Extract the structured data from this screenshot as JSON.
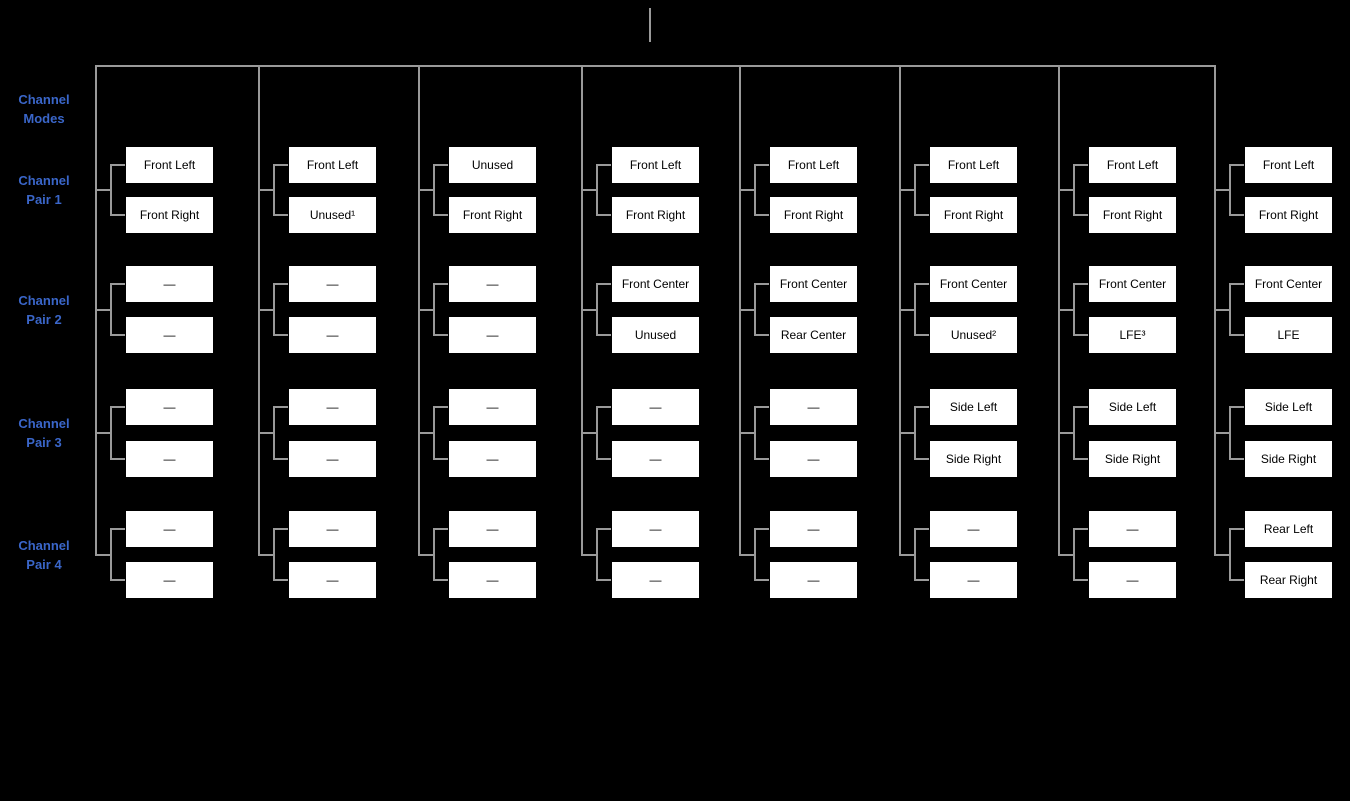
{
  "colors": {
    "background": "#000000",
    "line": "#9a9a9a",
    "box_fill": "#ffffff",
    "box_text": "#000000",
    "label_blue": "#3A66C9"
  },
  "labels": {
    "channel_modes": {
      "line1": "Channel",
      "line2": "Modes"
    },
    "pair1": {
      "line1": "Channel",
      "line2": "Pair 1"
    },
    "pair2": {
      "line1": "Channel",
      "line2": "Pair 2"
    },
    "pair3": {
      "line1": "Channel",
      "line2": "Pair 3"
    },
    "pair4": {
      "line1": "Channel",
      "line2": "Pair 4"
    }
  },
  "columns": [
    {
      "pairs": [
        [
          "Front Left",
          "Front Right"
        ],
        [
          "—",
          "—"
        ],
        [
          "—",
          "—"
        ],
        [
          "—",
          "—"
        ]
      ]
    },
    {
      "pairs": [
        [
          "Front Left",
          "Unused¹"
        ],
        [
          "—",
          "—"
        ],
        [
          "—",
          "—"
        ],
        [
          "—",
          "—"
        ]
      ]
    },
    {
      "pairs": [
        [
          "Unused",
          "Front Right"
        ],
        [
          "—",
          "—"
        ],
        [
          "—",
          "—"
        ],
        [
          "—",
          "—"
        ]
      ]
    },
    {
      "pairs": [
        [
          "Front Left",
          "Front Right"
        ],
        [
          "Front Center",
          "Unused"
        ],
        [
          "—",
          "—"
        ],
        [
          "—",
          "—"
        ]
      ]
    },
    {
      "pairs": [
        [
          "Front Left",
          "Front Right"
        ],
        [
          "Front Center",
          "Rear Center"
        ],
        [
          "—",
          "—"
        ],
        [
          "—",
          "—"
        ]
      ]
    },
    {
      "pairs": [
        [
          "Front Left",
          "Front Right"
        ],
        [
          "Front Center",
          "Unused²"
        ],
        [
          "Side Left",
          "Side Right"
        ],
        [
          "—",
          "—"
        ]
      ]
    },
    {
      "pairs": [
        [
          "Front Left",
          "Front Right"
        ],
        [
          "Front Center",
          "LFE³"
        ],
        [
          "Side Left",
          "Side Right"
        ],
        [
          "—",
          "—"
        ]
      ]
    },
    {
      "pairs": [
        [
          "Front Left",
          "Front Right"
        ],
        [
          "Front Center",
          "LFE"
        ],
        [
          "Side Left",
          "Side Right"
        ],
        [
          "Rear Left",
          "Rear Right"
        ]
      ]
    }
  ]
}
